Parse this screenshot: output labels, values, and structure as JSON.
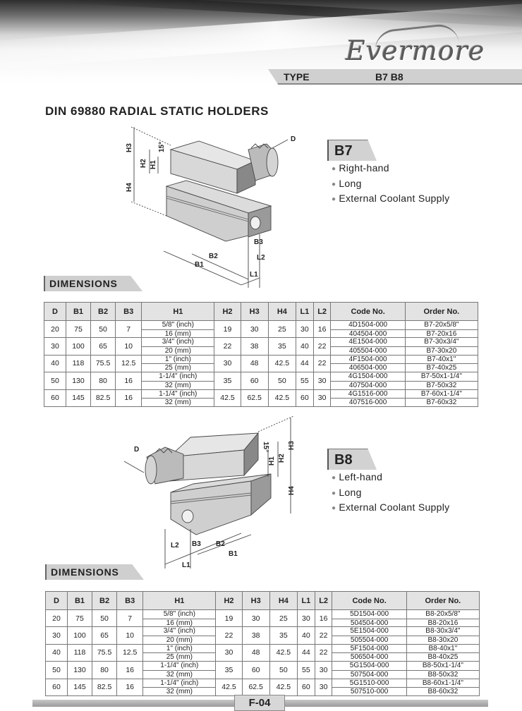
{
  "header": {
    "brand": "Evermore",
    "type_label": "TYPE",
    "type_value": "B7   B8"
  },
  "title": "DIN 69880  RADIAL STATIC HOLDERS",
  "b7": {
    "badge": "B7",
    "features": [
      "Right-hand",
      "Long",
      "External Coolant Supply"
    ],
    "dim_title": "DIMENSIONS",
    "diagram_labels": {
      "h3": "H3",
      "h2": "H2",
      "h1": "H1",
      "h4": "H4",
      "angle": "15°",
      "d": "D",
      "b3": "B3",
      "l2": "L2",
      "b2": "B2",
      "b1": "B1",
      "l1": "L1"
    }
  },
  "b8": {
    "badge": "B8",
    "features": [
      "Left-hand",
      "Long",
      "External Coolant Supply"
    ],
    "dim_title": "DIMENSIONS",
    "diagram_labels": {
      "h3": "H3",
      "h2": "H2",
      "h1": "H1",
      "h4": "H4",
      "angle": "15°",
      "d": "D",
      "b3": "B3",
      "l2": "L2",
      "b2": "B2",
      "b1": "B1",
      "l1": "L1"
    }
  },
  "columns": [
    "D",
    "B1",
    "B2",
    "B3",
    "H1",
    "H2",
    "H3",
    "H4",
    "L1",
    "L2",
    "Code No.",
    "Order No."
  ],
  "b7_rows": [
    {
      "d": "20",
      "b1": "75",
      "b2": "50",
      "b3": "7",
      "h1": [
        "5/8\" (inch)",
        "16 (mm)"
      ],
      "h2": "19",
      "h3": "30",
      "h4": "25",
      "l1": "30",
      "l2": "16",
      "code": [
        "4D1504-000",
        "404504-000"
      ],
      "order": [
        "B7-20x5/8\"",
        "B7-20x16"
      ]
    },
    {
      "d": "30",
      "b1": "100",
      "b2": "65",
      "b3": "10",
      "h1": [
        "3/4\" (inch)",
        "20 (mm)"
      ],
      "h2": "22",
      "h3": "38",
      "h4": "35",
      "l1": "40",
      "l2": "22",
      "code": [
        "4E1504-000",
        "405504-000"
      ],
      "order": [
        "B7-30x3/4\"",
        "B7-30x20"
      ]
    },
    {
      "d": "40",
      "b1": "118",
      "b2": "75.5",
      "b3": "12.5",
      "h1": [
        "1\" (inch)",
        "25 (mm)"
      ],
      "h2": "30",
      "h3": "48",
      "h4": "42.5",
      "l1": "44",
      "l2": "22",
      "code": [
        "4F1504-000",
        "406504-000"
      ],
      "order": [
        "B7-40x1\"",
        "B7-40x25"
      ]
    },
    {
      "d": "50",
      "b1": "130",
      "b2": "80",
      "b3": "16",
      "h1": [
        "1-1/4\" (inch)",
        "32 (mm)"
      ],
      "h2": "35",
      "h3": "60",
      "h4": "50",
      "l1": "55",
      "l2": "30",
      "code": [
        "4G1504-000",
        "407504-000"
      ],
      "order": [
        "B7-50x1-1/4\"",
        "B7-50x32"
      ]
    },
    {
      "d": "60",
      "b1": "145",
      "b2": "82.5",
      "b3": "16",
      "h1": [
        "1-1/4\" (inch)",
        "32 (mm)"
      ],
      "h2": "42.5",
      "h3": "62.5",
      "h4": "42.5",
      "l1": "60",
      "l2": "30",
      "code": [
        "4G1516-000",
        "407516-000"
      ],
      "order": [
        "B7-60x1-1/4\"",
        "B7-60x32"
      ]
    }
  ],
  "b8_rows": [
    {
      "d": "20",
      "b1": "75",
      "b2": "50",
      "b3": "7",
      "h1": [
        "5/8\" (inch)",
        "16 (mm)"
      ],
      "h2": "19",
      "h3": "30",
      "h4": "25",
      "l1": "30",
      "l2": "16",
      "code": [
        "5D1504-000",
        "504504-000"
      ],
      "order": [
        "B8-20x5/8\"",
        "B8-20x16"
      ]
    },
    {
      "d": "30",
      "b1": "100",
      "b2": "65",
      "b3": "10",
      "h1": [
        "3/4\" (inch)",
        "20 (mm)"
      ],
      "h2": "22",
      "h3": "38",
      "h4": "35",
      "l1": "40",
      "l2": "22",
      "code": [
        "5E1504-000",
        "505504-000"
      ],
      "order": [
        "B8-30x3/4\"",
        "B8-30x20"
      ]
    },
    {
      "d": "40",
      "b1": "118",
      "b2": "75.5",
      "b3": "12.5",
      "h1": [
        "1\" (inch)",
        "25 (mm)"
      ],
      "h2": "30",
      "h3": "48",
      "h4": "42.5",
      "l1": "44",
      "l2": "22",
      "code": [
        "5F1504-000",
        "506504-000"
      ],
      "order": [
        "B8-40x1\"",
        "B8-40x25"
      ]
    },
    {
      "d": "50",
      "b1": "130",
      "b2": "80",
      "b3": "16",
      "h1": [
        "1-1/4\" (inch)",
        "32 (mm)"
      ],
      "h2": "35",
      "h3": "60",
      "h4": "50",
      "l1": "55",
      "l2": "30",
      "code": [
        "5G1504-000",
        "507504-000"
      ],
      "order": [
        "B8-50x1-1/4\"",
        "B8-50x32"
      ]
    },
    {
      "d": "60",
      "b1": "145",
      "b2": "82.5",
      "b3": "16",
      "h1": [
        "1-1/4\" (inch)",
        "32 (mm)"
      ],
      "h2": "42.5",
      "h3": "62.5",
      "h4": "42.5",
      "l1": "60",
      "l2": "30",
      "code": [
        "5G1510-000",
        "507510-000"
      ],
      "order": [
        "B8-60x1-1/4\"",
        "B8-60x32"
      ]
    }
  ],
  "footer": {
    "page": "F-04"
  }
}
